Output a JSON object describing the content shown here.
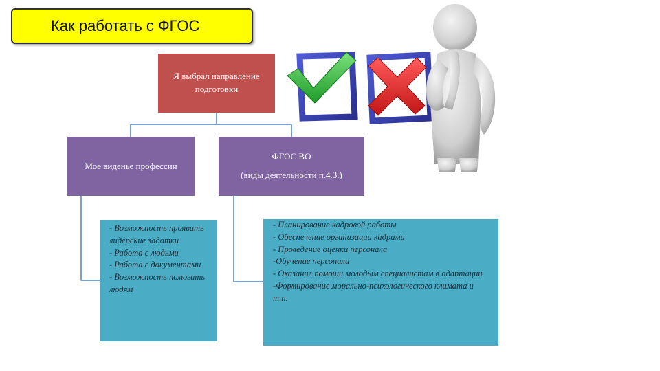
{
  "title": "Как работать с ФГОС",
  "root": {
    "text": "Я выбрал направление подготовки"
  },
  "child_left": {
    "text": "Мое виденье профессии"
  },
  "child_right": {
    "line1": "ФГОС ВО",
    "line2": "(виды деятельности п.4.3.)"
  },
  "leaf_left": {
    "lines": [
      "- Возможность проявить лидерские задатки",
      "- Работа с людьми",
      "- Работа с документами",
      "- Возможность помогать людям"
    ]
  },
  "leaf_right": {
    "lines": [
      "- Планирование кадровой работы",
      "- Обеспечение организации кадрами",
      "- Проведение оценки персонала",
      "-Обучение персонала",
      "- Оказание помощи молодым специалистам в адаптации",
      "-Формирование морально-психологического климата и т.п."
    ]
  },
  "colors": {
    "title_bg": "#ffff00",
    "root_bg": "#c0504d",
    "child_bg": "#8064a2",
    "leaf_bg": "#4bacc6",
    "connector": "#4f81bd"
  },
  "illustration": {
    "icons": [
      "check-mark-icon",
      "cross-mark-icon",
      "thinking-person-figure"
    ]
  }
}
